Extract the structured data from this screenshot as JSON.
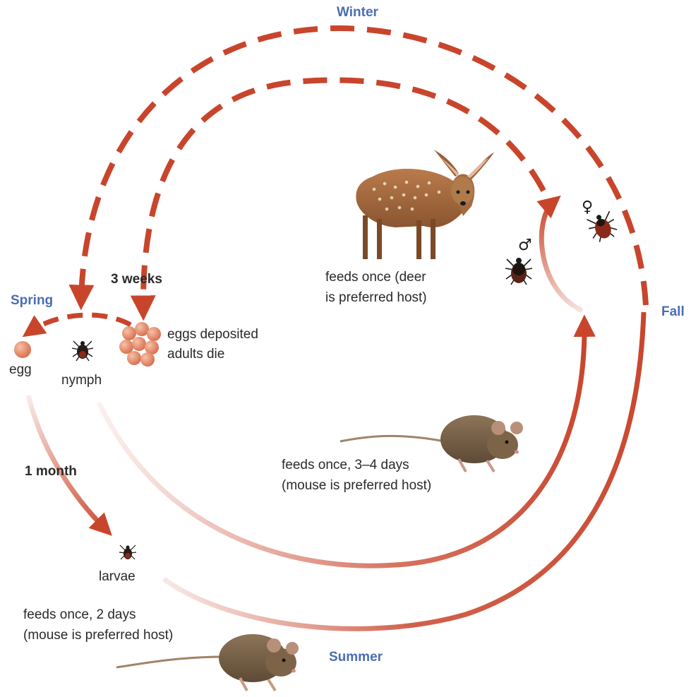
{
  "seasons": {
    "winter": "Winter",
    "spring": "Spring",
    "summer": "Summer",
    "fall": "Fall"
  },
  "durations": {
    "three_weeks": "3 weeks",
    "one_month": "1 month"
  },
  "stages": {
    "egg": "egg",
    "nymph": "nymph",
    "larvae": "larvae",
    "eggs_deposited_line1": "eggs deposited",
    "eggs_deposited_line2": "adults die"
  },
  "feeding": {
    "deer_line1": "feeds once (deer",
    "deer_line2": "is preferred host)",
    "nymph_mouse_line1": "feeds once, 3–4 days",
    "nymph_mouse_line2": "(mouse is preferred host)",
    "larvae_mouse_line1": "feeds once, 2 days",
    "larvae_mouse_line2": "(mouse is preferred host)"
  },
  "colors": {
    "arrow": "#c8452c",
    "season_text": "#4a6db5",
    "egg": "#e88a6a"
  },
  "icons": {
    "male_symbol": "♂",
    "female_symbol": "♀"
  }
}
